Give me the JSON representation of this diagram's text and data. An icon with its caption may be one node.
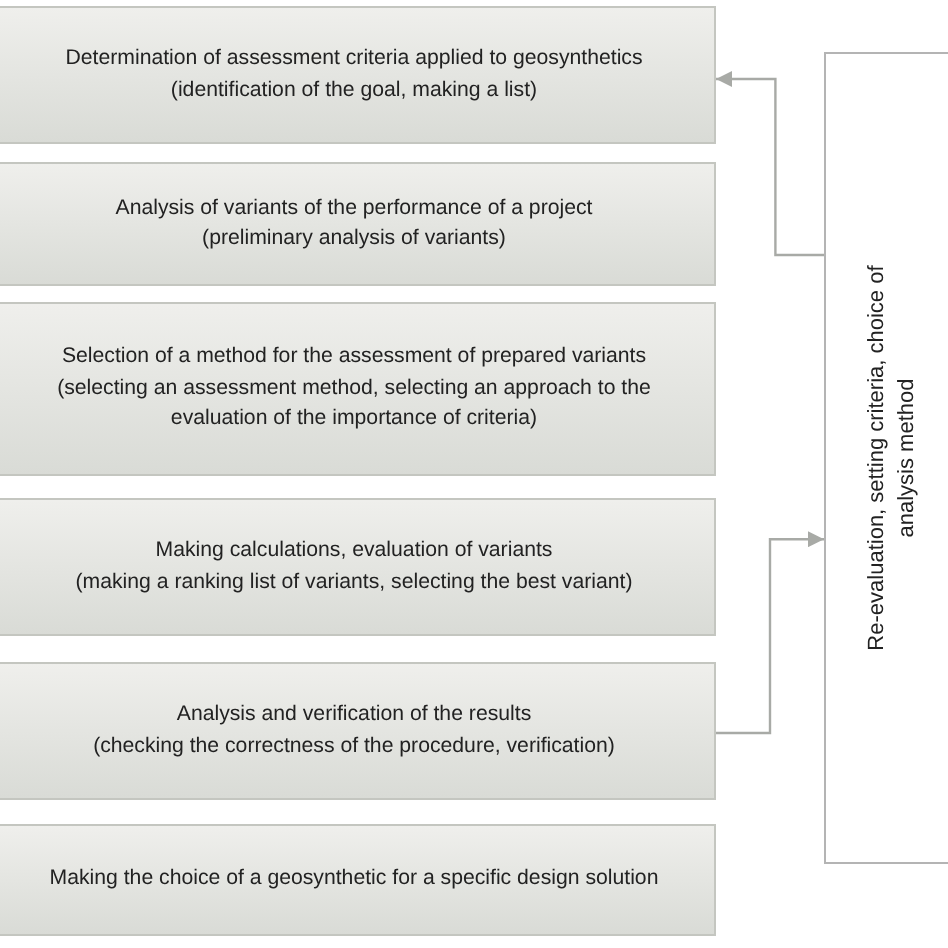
{
  "diagram": {
    "nodes": [
      {
        "text": [
          "Determination of assessment criteria applied to geosynthetics",
          "(identification of the goal, making a list)"
        ]
      },
      {
        "text": [
          "Analysis of variants of the performance of a project",
          "(preliminary analysis of variants)"
        ]
      },
      {
        "text": [
          "Selection of a method for the assessment of prepared variants",
          "(selecting an assessment method, selecting an approach to the evaluation of the importance of criteria)"
        ]
      },
      {
        "text": [
          "Making calculations, evaluation of variants",
          "(making a ranking list of variants, selecting the best variant)"
        ]
      },
      {
        "text": [
          "Analysis and verification of the results",
          "(checking the correctness of the procedure, verification)"
        ]
      },
      {
        "text": [
          "Making the choice of a geosynthetic for a specific design solution"
        ]
      },
      {
        "text": [
          "Re-evaluation, setting criteria, choice of analysis method"
        ]
      }
    ],
    "edges": [
      {
        "from": 6,
        "to": 0,
        "arrow": "to"
      },
      {
        "from": 4,
        "to": 6,
        "arrow": "to"
      }
    ]
  }
}
